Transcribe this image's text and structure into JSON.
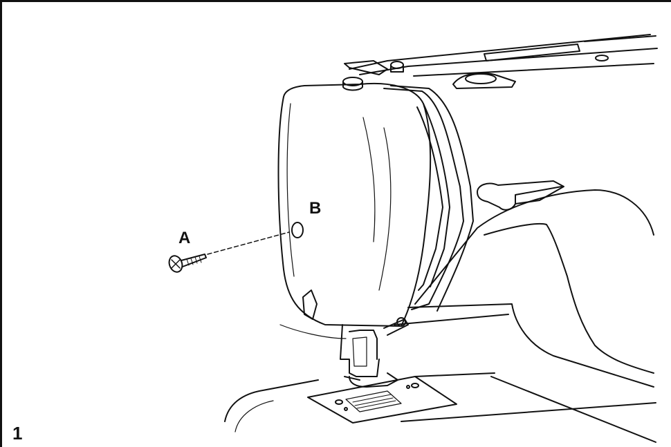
{
  "figure": {
    "step_number": "1",
    "callout_a": "A",
    "callout_b": "B",
    "parts": [
      "screw-icon",
      "sewing-machine-head-illustration",
      "presser-foot",
      "needle-plate"
    ]
  }
}
